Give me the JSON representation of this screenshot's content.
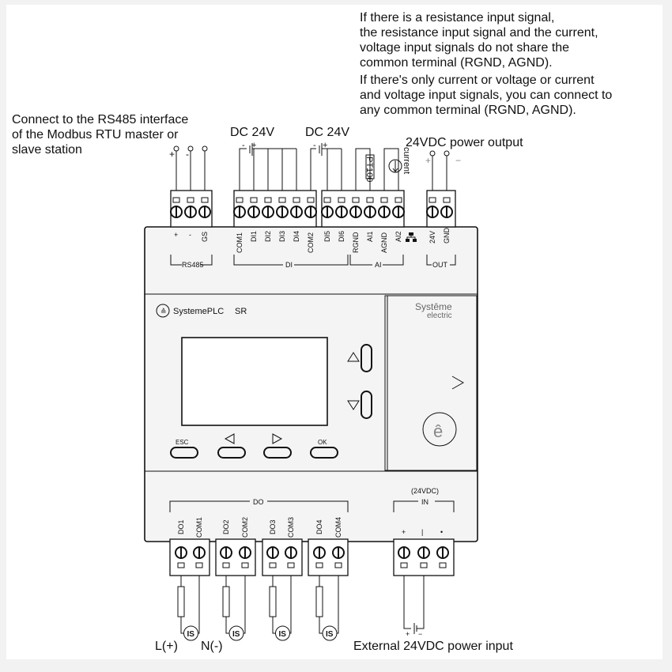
{
  "notes": {
    "ai_note_lines": [
      "If there is a resistance input signal,",
      "the resistance input signal and the current,",
      "voltage input signals do not share the",
      "common terminal (RGND, AGND).",
      "If there's only current or voltage or current",
      "and voltage input signals, you can connect to",
      "any common terminal (RGND, AGND)."
    ],
    "rs485_note_lines": [
      "Connect to the RS485 interface",
      "of the Modbus RTU master or",
      "slave station"
    ],
    "dc24v_1": "DC 24V",
    "dc24v_2": "DC 24V",
    "power_output": "24VDC power output",
    "power_input": "External 24VDC power input",
    "line": "L(+)",
    "neutral": "N(-)",
    "pt100": "PT100",
    "current": "current"
  },
  "top_terminals": {
    "rs485": {
      "group": "RS485",
      "pins": [
        "+",
        "-",
        "GS"
      ],
      "wire_marks": [
        "+",
        "-"
      ]
    },
    "di": {
      "group": "DI",
      "pins": [
        "COM1",
        "DI1",
        "DI2",
        "DI3",
        "DI4",
        "COM2",
        "DI5",
        "DI6"
      ]
    },
    "ai": {
      "group": "AI",
      "pins": [
        "RGND",
        "AI1",
        "AGND",
        "AI2"
      ]
    },
    "out": {
      "group": "OUT",
      "pins": [
        "24V",
        "GND"
      ],
      "wire_marks": [
        "+",
        "−"
      ]
    },
    "battery_marks": [
      "-",
      "+",
      "-",
      "+"
    ]
  },
  "panel": {
    "brand": "SystemePLC",
    "model": "SR",
    "right_brand_top": "Systême",
    "right_brand_bottom": "electric",
    "buttons": {
      "esc": "ESC",
      "ok": "OK"
    }
  },
  "bottom_terminals": {
    "do": {
      "group": "DO",
      "pins": [
        "DO1",
        "COM1",
        "DO2",
        "COM2",
        "DO3",
        "COM3",
        "DO4",
        "COM4"
      ]
    },
    "in": {
      "group": "IN",
      "voltage": "(24VDC)",
      "pins": [
        "+",
        "|",
        "•"
      ]
    },
    "load_symbol": "IS",
    "battery_marks": [
      "+",
      "−"
    ]
  }
}
